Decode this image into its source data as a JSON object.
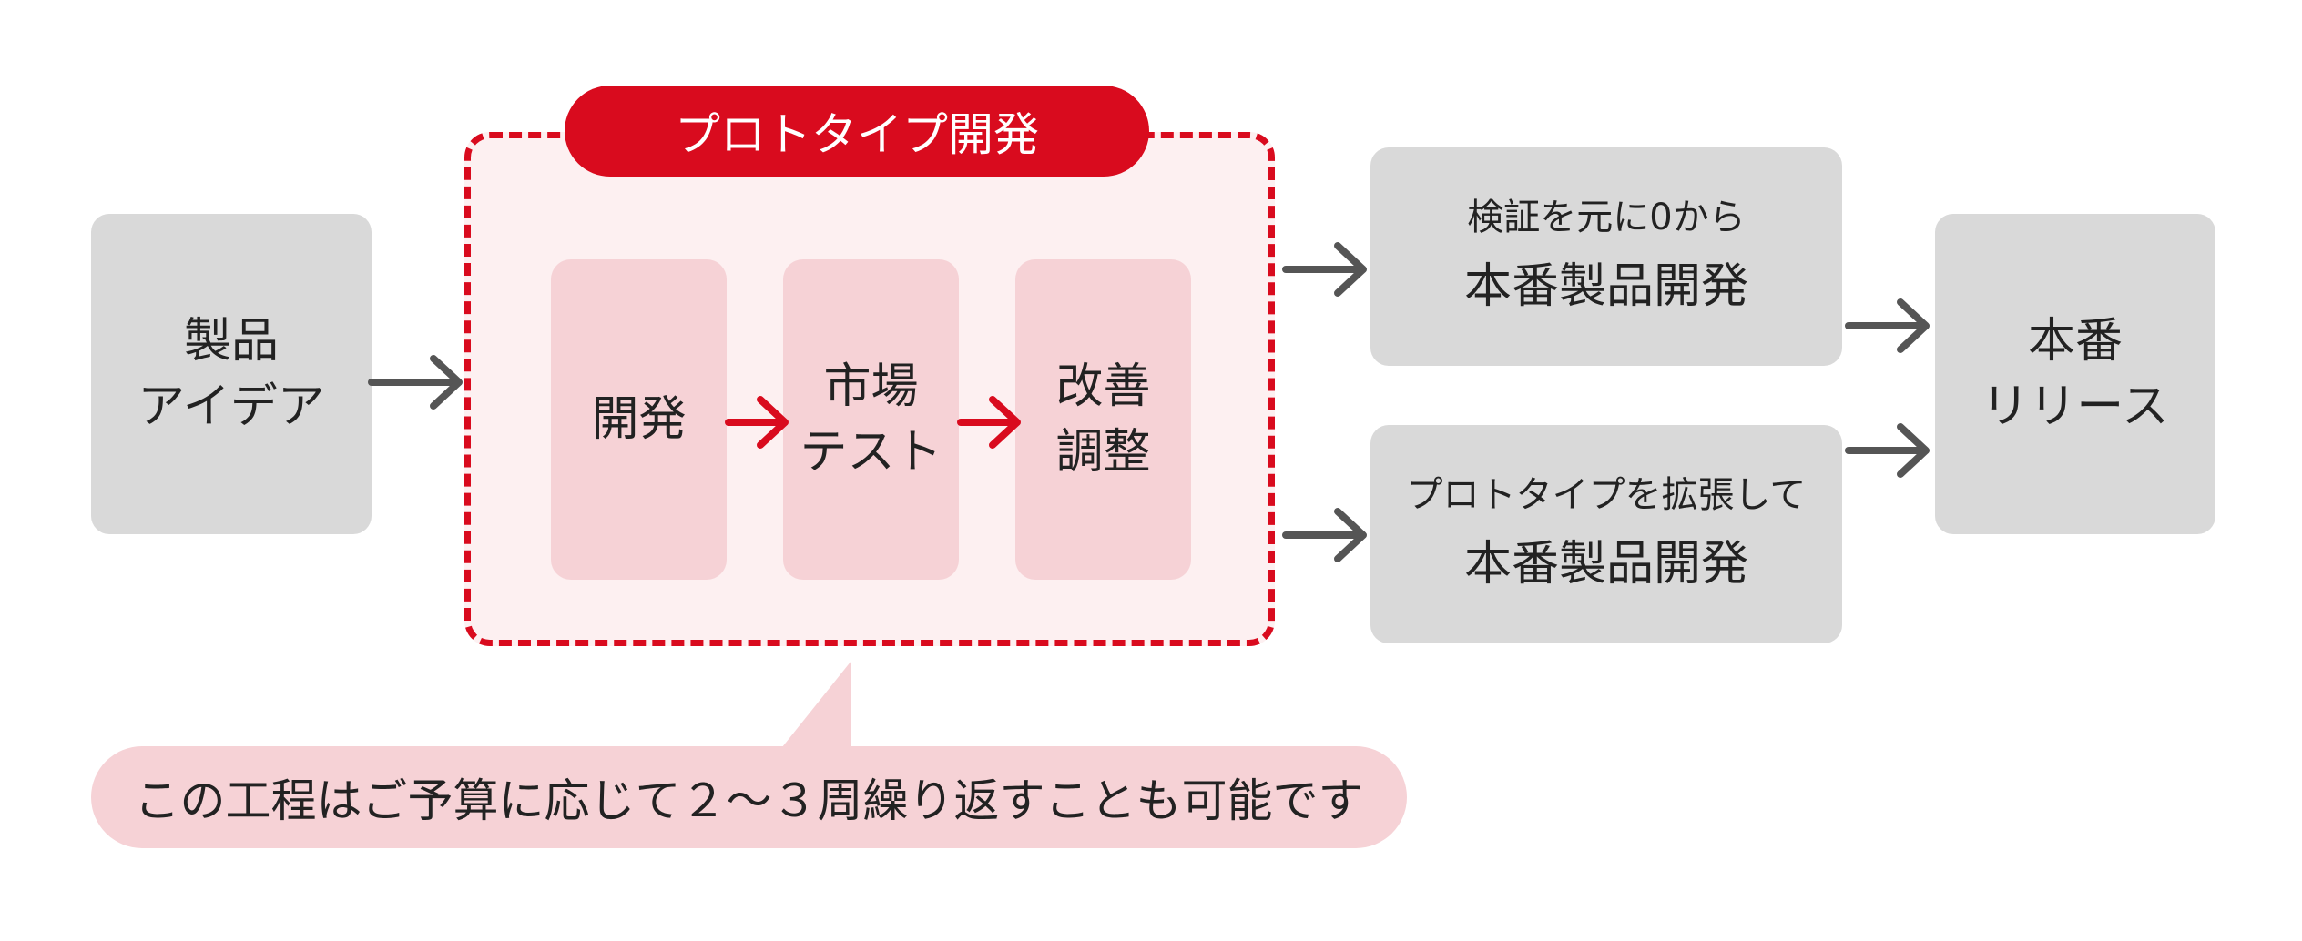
{
  "colors": {
    "accent": "#d90b1e",
    "gray_arrow": "#555555",
    "gray_box": "#d9d9d9",
    "pink_box": "#f6d2d6"
  },
  "product_idea": {
    "line1": "製品",
    "line2": "アイデア"
  },
  "prototype": {
    "title": "プロトタイプ開発",
    "steps": [
      {
        "line1": "開発",
        "line2": ""
      },
      {
        "line1": "市場",
        "line2": "テスト"
      },
      {
        "line1": "改善",
        "line2": "調整"
      }
    ]
  },
  "paths": [
    {
      "sub": "検証を元に0から",
      "main": "本番製品開発"
    },
    {
      "sub": "プロトタイプを拡張して",
      "main": "本番製品開発"
    }
  ],
  "release": {
    "line1": "本番",
    "line2": "リリース"
  },
  "note": "この工程はご予算に応じて２〜３周繰り返すことも可能です"
}
